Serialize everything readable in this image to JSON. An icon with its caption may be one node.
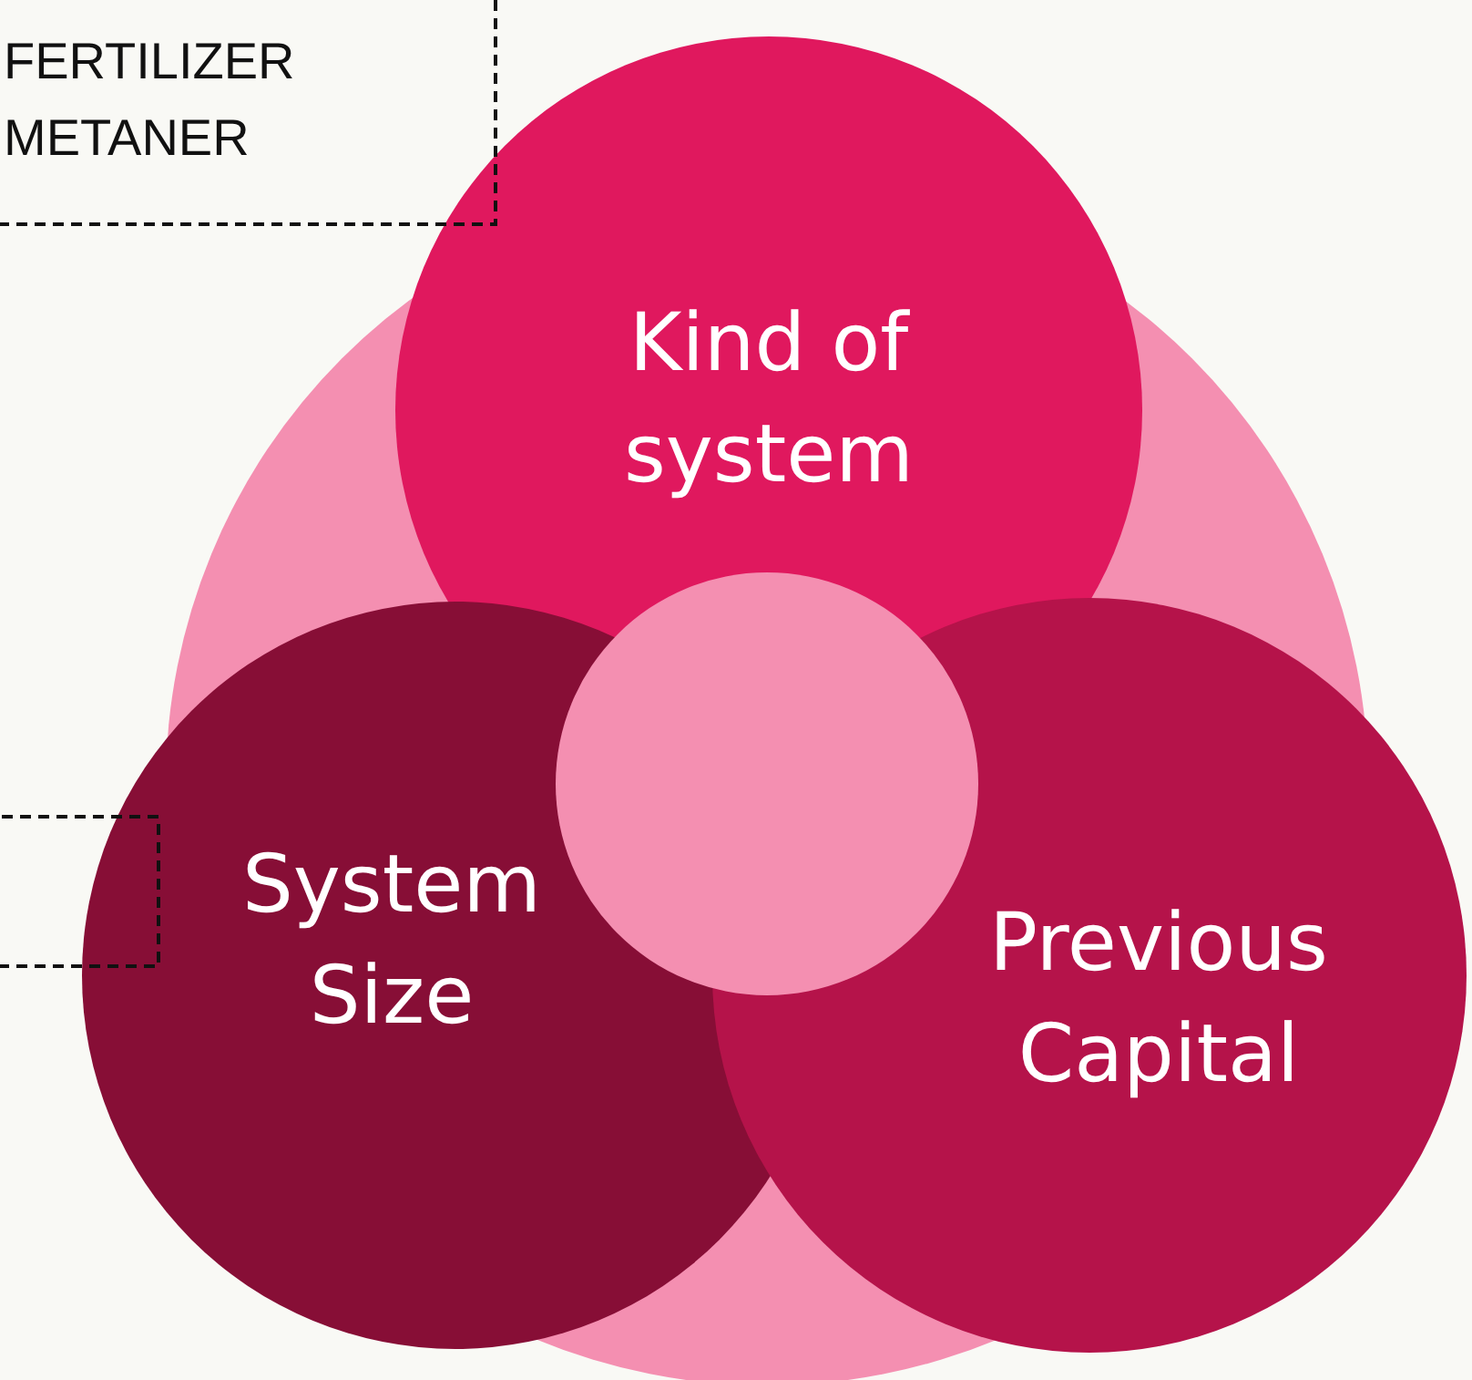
{
  "diagram": {
    "nodes": [
      {
        "text": [],
        "shape": "circle"
      },
      {
        "text": [
          "Kind of system"
        ]
      },
      {
        "text": [
          "System Size"
        ]
      },
      {
        "text": [
          "Previous Capital"
        ]
      },
      {
        "text": [],
        "shape": "circle",
        "in": 0
      },
      {
        "text": [
          "FERTILIZER",
          "METANER"
        ]
      },
      {
        "text": [],
        "shape": "box"
      }
    ]
  }
}
